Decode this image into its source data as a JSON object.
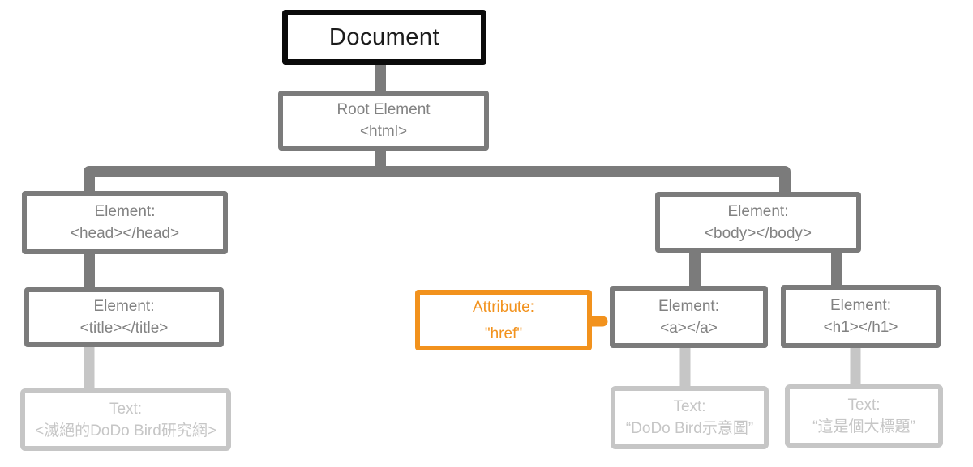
{
  "colors": {
    "black": "#0b0b0b",
    "gray": "#7b7b7b",
    "light_gray": "#c6c6c6",
    "orange": "#F2921D"
  },
  "nodes": {
    "document": {
      "label": "Document"
    },
    "root": {
      "line1": "Root Element",
      "line2": "<html>"
    },
    "head": {
      "line1": "Element:",
      "line2": "<head></head>"
    },
    "body": {
      "line1": "Element:",
      "line2": "<body></body>"
    },
    "title": {
      "line1": "Element:",
      "line2": "<title></title>"
    },
    "attribute": {
      "line1": "Attribute:",
      "line2": "\"href\""
    },
    "anchor": {
      "line1": "Element:",
      "line2": "<a></a>"
    },
    "h1": {
      "line1": "Element:",
      "line2": "<h1></h1>"
    },
    "text_title": {
      "line1": "Text:",
      "line2": "<滅絕的DoDo Bird研究網>"
    },
    "text_anchor": {
      "line1": "Text:",
      "line2": "“DoDo Bird示意圖”"
    },
    "text_h1": {
      "line1": "Text:",
      "line2": "“這是個大標題”"
    }
  }
}
